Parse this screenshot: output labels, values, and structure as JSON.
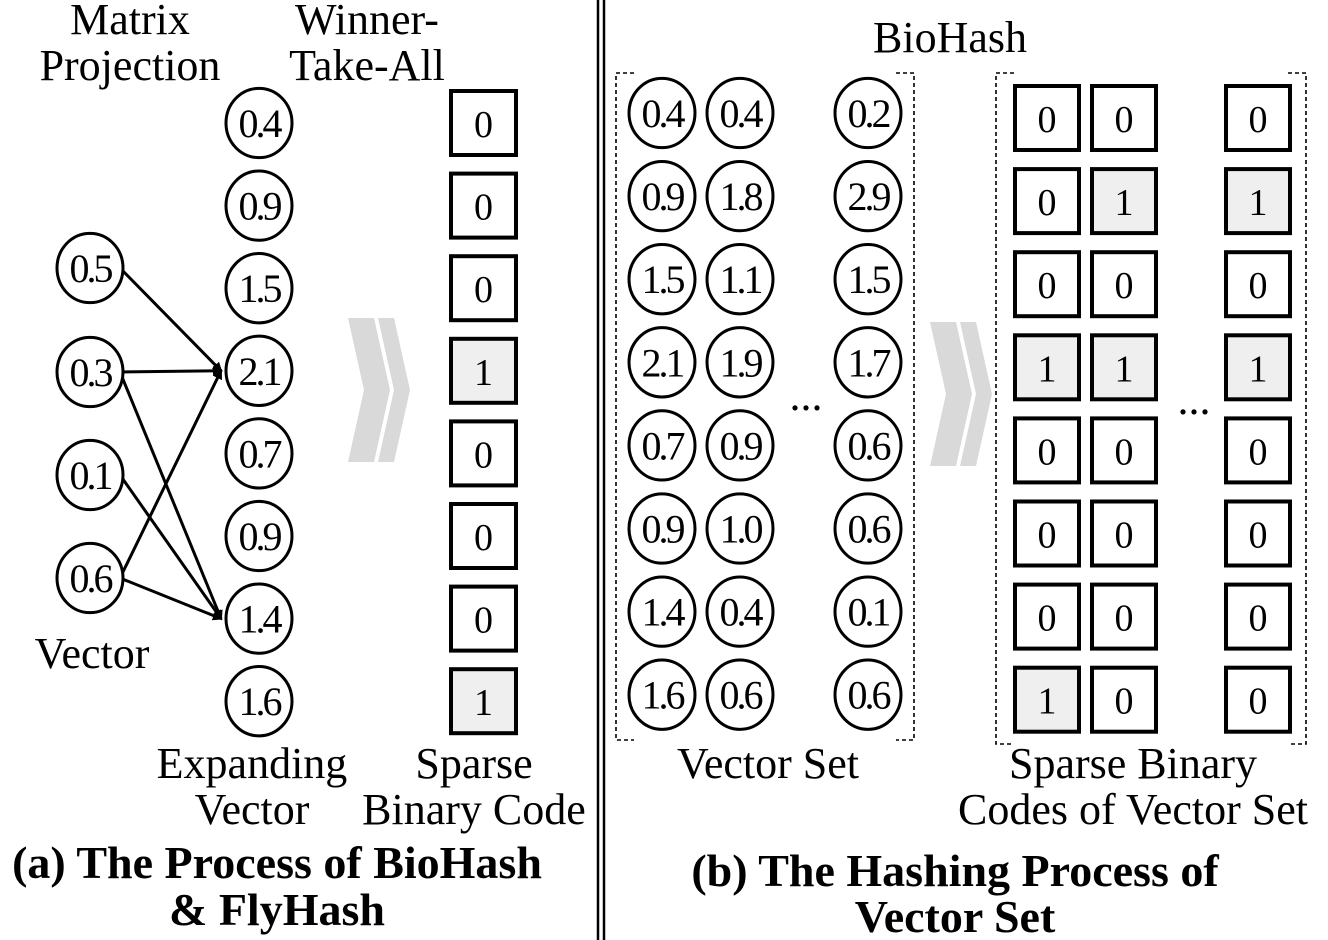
{
  "panel_a": {
    "label_matrix": [
      "Matrix",
      "Projection"
    ],
    "label_wta": [
      "Winner-",
      "Take-All"
    ],
    "input_vector": [
      "0.5",
      "0.3",
      "0.1",
      "0.6"
    ],
    "input_label": "Vector",
    "expanding_vector": [
      "0.4",
      "0.9",
      "1.5",
      "2.1",
      "0.7",
      "0.9",
      "1.4",
      "1.6"
    ],
    "expanding_label": [
      "Expanding",
      "Vector"
    ],
    "sparse_code": [
      "0",
      "0",
      "0",
      "1",
      "0",
      "0",
      "0",
      "1"
    ],
    "sparse_label": [
      "Sparse",
      "Binary Code"
    ],
    "caption": [
      "(a) The Process of BioHash",
      "& FlyHash"
    ]
  },
  "panel_b": {
    "label_biohash": "BioHash",
    "vector_set": [
      [
        "0.4",
        "0.9",
        "1.5",
        "2.1",
        "0.7",
        "0.9",
        "1.4",
        "1.6"
      ],
      [
        "0.4",
        "1.8",
        "1.1",
        "1.9",
        "0.9",
        "1.0",
        "0.4",
        "0.6"
      ],
      [
        "0.2",
        "2.9",
        "1.5",
        "1.7",
        "0.6",
        "0.6",
        "0.1",
        "0.6"
      ]
    ],
    "vector_set_ellipsis": "...",
    "vector_set_label": "Vector Set",
    "codes": [
      [
        "0",
        "0",
        "0",
        "1",
        "0",
        "0",
        "0",
        "1"
      ],
      [
        "0",
        "1",
        "0",
        "1",
        "0",
        "0",
        "0",
        "0"
      ],
      [
        "0",
        "1",
        "0",
        "1",
        "0",
        "0",
        "0",
        "0"
      ]
    ],
    "codes_ellipsis": "...",
    "codes_label": [
      "Sparse Binary",
      "Codes of Vector Set"
    ],
    "caption": [
      "(b) The Hashing Process of",
      "Vector Set"
    ]
  },
  "colors": {
    "bit_on_fill": "#efefef",
    "arrow_chevron": "#d9d9d9"
  }
}
